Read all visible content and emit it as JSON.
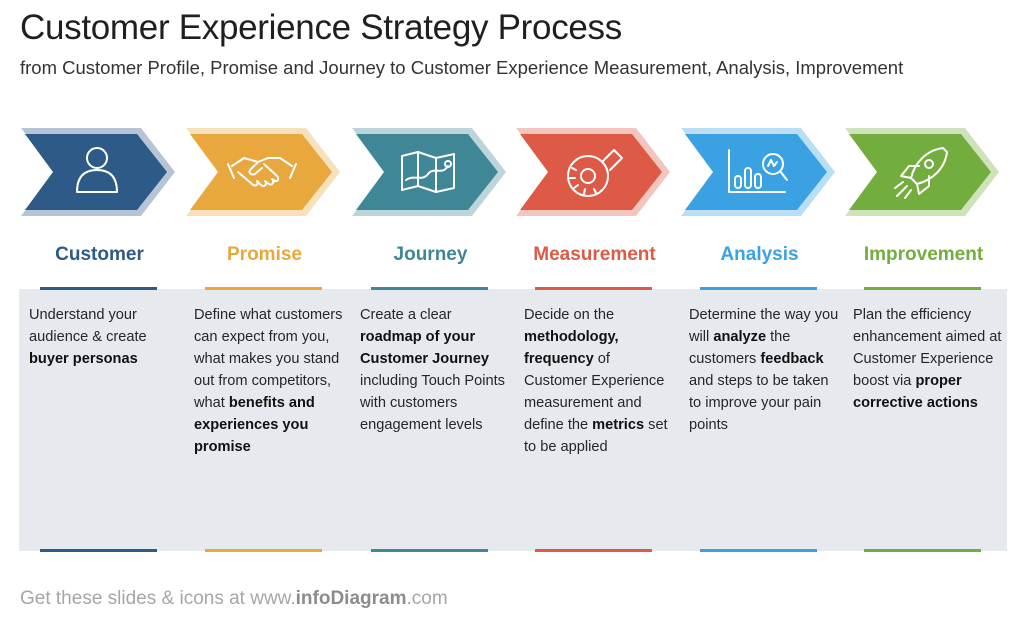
{
  "header": {
    "title": "Customer Experience Strategy Process",
    "subtitle": "from Customer Profile, Promise and Journey to Customer Experience Measurement, Analysis, Improvement"
  },
  "steps": [
    {
      "label": "Customer",
      "color": "#2d5a86",
      "icon": "person-icon",
      "desc": [
        {
          "t": "Understand your audience & create "
        },
        {
          "t": "buyer personas",
          "b": true
        }
      ]
    },
    {
      "label": "Promise",
      "color": "#e9a83d",
      "icon": "handshake-icon",
      "desc": [
        {
          "t": "Define what customers can expect from you, what makes you stand out from competitors, what "
        },
        {
          "t": "benefits and experiences you promise",
          "b": true
        }
      ]
    },
    {
      "label": "Journey",
      "color": "#3f8797",
      "icon": "map-icon",
      "desc": [
        {
          "t": "Create a clear "
        },
        {
          "t": "roadmap of your Customer Journey",
          "b": true
        },
        {
          "t": " including Touch Points with customers engagement levels"
        }
      ]
    },
    {
      "label": "Measurement",
      "color": "#dd5a47",
      "icon": "tape-measure-icon",
      "desc": [
        {
          "t": "Decide on the "
        },
        {
          "t": "methodology, frequency",
          "b": true
        },
        {
          "t": " of Customer Experience measurement and define the "
        },
        {
          "t": "metrics",
          "b": true
        },
        {
          "t": " set to be applied"
        }
      ]
    },
    {
      "label": "Analysis",
      "color": "#3aa2e2",
      "icon": "analysis-chart-icon",
      "desc": [
        {
          "t": "Determine the way you will "
        },
        {
          "t": "analyze",
          "b": true
        },
        {
          "t": " the customers "
        },
        {
          "t": "feedback",
          "b": true
        },
        {
          "t": " and steps to be taken to improve your pain points"
        }
      ]
    },
    {
      "label": "Improvement",
      "color": "#73ad3e",
      "icon": "rocket-icon",
      "desc": [
        {
          "t": "Plan the efficiency enhancement aimed at Customer Experience boost via "
        },
        {
          "t": "proper corrective actions",
          "b": true
        }
      ]
    }
  ],
  "footer": {
    "prefix": "Get these slides & icons at www.",
    "brand": "infoDiagram",
    "suffix": ".com"
  }
}
